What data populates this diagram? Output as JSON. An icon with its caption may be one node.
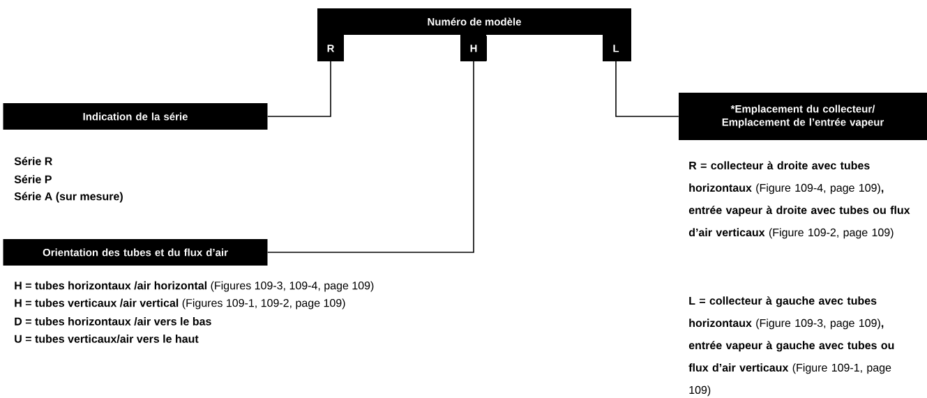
{
  "diagram": {
    "nodes": [
      {
        "text": [
          "Numéro de modèle"
        ]
      },
      {
        "text": [
          "R"
        ],
        "in": 0
      },
      {
        "text": [
          "H"
        ],
        "in": 0
      },
      {
        "text": [
          "L"
        ],
        "in": 0
      },
      {
        "text": [
          "Indication de la série"
        ]
      },
      {
        "text": [
          "Orientation des tubes et du flux d’air"
        ]
      },
      {
        "text": [
          "*Emplacement du collecteur/ Emplacement de l’entrée vapeur"
        ]
      }
    ],
    "edges": [
      {
        "from": 1,
        "to": 4,
        "arrow": "none"
      },
      {
        "from": 2,
        "to": 5,
        "arrow": "none"
      },
      {
        "from": 3,
        "to": 6,
        "arrow": "none"
      }
    ],
    "labels": [
      "Série R",
      "Série P",
      "Série A (sur mesure)",
      "**H = tubes horizontaux /air horizontal** (Figures 109-3, 109-4, page 109)",
      "**H = tubes verticaux /air vertical** (Figures 109-1, 109-2, page 109)",
      "D = tubes horizontaux /air vers le bas",
      "U = tubes verticaux/air vers le haut",
      "**R = collecteur à droite avec tubes horizontaux** (Figure 109-4, page 109)**, entrée vapeur à droite avec tubes ou flux d’air verticaux** (Figure 109-2, page 109)",
      "**L = collecteur à gauche avec tubes horizontaux** (Figure 109-3, page 109)**, entrée vapeur à gauche avec tubes ou flux d’air verticaux** (Figure 109-1, page 109)"
    ]
  }
}
